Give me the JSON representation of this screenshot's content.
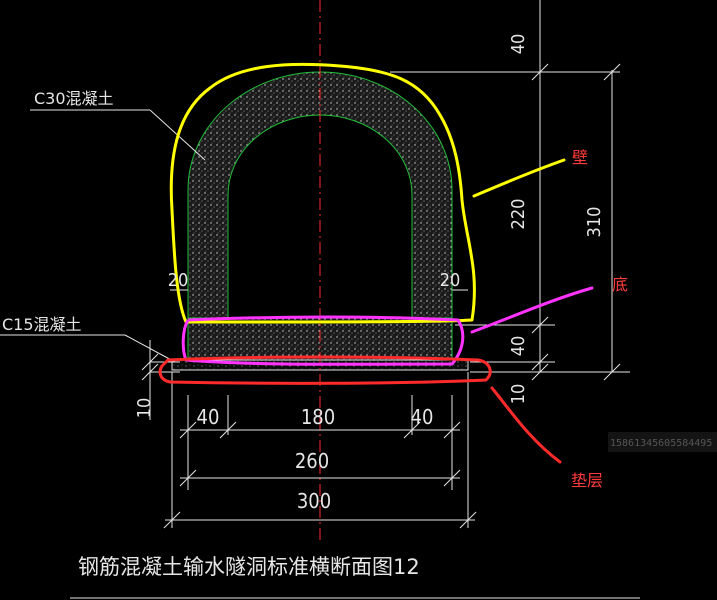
{
  "labels": {
    "c30": "C30混凝土",
    "c15": "C15混凝土",
    "title": "钢筋混凝土输水隧洞标准横断面图12",
    "wall": "壁",
    "bottom": "底",
    "cushion": "垫层",
    "watermark": "15861345605584495"
  },
  "dims": {
    "top_40": "40",
    "d220": "220",
    "d310": "310",
    "d40_right": "40",
    "d10_right": "10",
    "d10_left": "10",
    "d20_left": "20",
    "d20_right": "20",
    "w40_left": "40",
    "w180": "180",
    "w40_right": "40",
    "w260": "260",
    "w300": "300"
  },
  "colors": {
    "background": "#000000",
    "drawing": "#e6e6e6",
    "center_line": "#ff2a2a",
    "concrete_outline": "#1fbf3a",
    "wall_highlight": "#ffff00",
    "bottom_highlight": "#ff33ff",
    "cushion_highlight": "#ff2a2a",
    "annotation_text": "#ff3b3b"
  }
}
